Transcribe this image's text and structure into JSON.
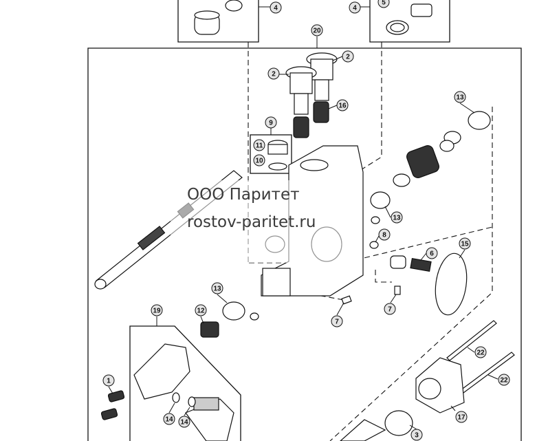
{
  "watermark": {
    "company": "ООО Паритет",
    "website": "rostov-paritet.ru"
  },
  "callouts": {
    "c4a": "4",
    "c4b": "4",
    "c5": "5",
    "c20": "20",
    "c2a": "2",
    "c2b": "2",
    "c16": "16",
    "c9": "9",
    "c11": "11",
    "c10": "10",
    "c13a": "13",
    "c13b": "13",
    "c13c": "13",
    "c8": "8",
    "c6": "6",
    "c15": "15",
    "c12": "12",
    "c7a": "7",
    "c7b": "7",
    "c19": "19",
    "c1": "1",
    "c14a": "14",
    "c14b": "14",
    "c22a": "22",
    "c22b": "22",
    "c17": "17",
    "c3": "3"
  },
  "colors": {
    "line": "#111111",
    "callout_fill": "#e4e4e4",
    "paper": "#ffffff"
  }
}
